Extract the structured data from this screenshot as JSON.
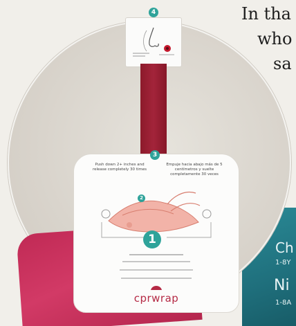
{
  "article_text": {
    "line1": "In tha",
    "line2": "who",
    "line3": "sa"
  },
  "product_box": {
    "line1": "Ch",
    "line2": "1-8Y",
    "line3": "Ni",
    "line4": "1-8A"
  },
  "steps": {
    "badge_4": "4",
    "badge_3": "3",
    "badge_2": "2",
    "badge_1": "1"
  },
  "step3": {
    "left_instruction": "Push down 2+ inches and release completely 30 times",
    "right_instruction": "Empuje hacia abajo más de 5 centímetros y suelte completamente 30 veces"
  },
  "brand": {
    "name": "cprwrap"
  },
  "colors": {
    "strip": "#a3243a",
    "badge": "#2fa39a",
    "brand": "#b52a45",
    "pink_bag": "#c02a55",
    "teal_box": "#1f6f7c"
  }
}
